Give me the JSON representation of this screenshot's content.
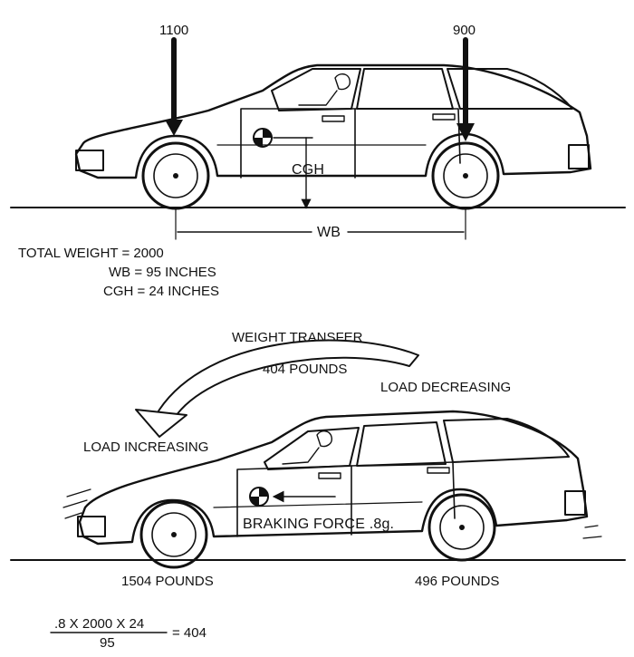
{
  "top_diagram": {
    "front_load": "1100",
    "rear_load": "900",
    "cg_label": "CGH",
    "wheelbase_label": "WB",
    "specs": {
      "total_weight": "TOTAL WEIGHT = 2000",
      "wheelbase": "WB = 95 INCHES",
      "cg_height": "CGH = 24 INCHES"
    }
  },
  "bottom_diagram": {
    "weight_transfer_title": "WEIGHT TRANSFER",
    "weight_transfer_value": "404 POUNDS",
    "load_decreasing": "LOAD DECREASING",
    "load_increasing": "LOAD INCREASING",
    "braking_force": "BRAKING FORCE .8g.",
    "front_load": "1504 POUNDS",
    "rear_load": "496 POUNDS"
  },
  "formula": {
    "numerator": ".8 X 2000 X 24",
    "denominator": "95",
    "result": "= 404"
  }
}
